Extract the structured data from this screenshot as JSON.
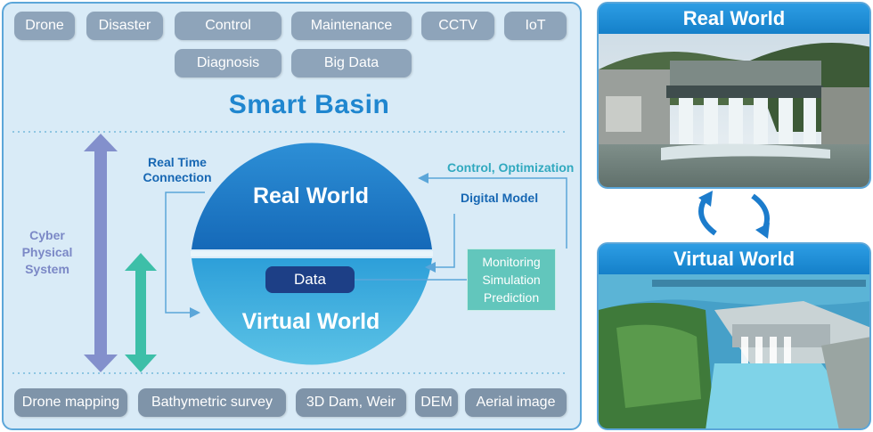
{
  "top_chips": [
    "Drone",
    "Disaster",
    "Control",
    "Maintenance",
    "CCTV",
    "IoT",
    "Diagnosis",
    "Big Data"
  ],
  "title": "Smart Basin",
  "left_labels": {
    "real_time_connection": [
      "Real Time",
      "Connection"
    ],
    "cyber_physical_system": [
      "Cyber",
      "Physical",
      "System"
    ]
  },
  "right_labels": {
    "control_optimization": "Control, Optimization",
    "digital_model": "Digital Model"
  },
  "circle": {
    "top_label": "Real World",
    "bottom_label": "Virtual World",
    "data_label": "Data"
  },
  "process_box": [
    "Monitoring",
    "Simulation",
    "Prediction"
  ],
  "bottom_chips": [
    "Drone mapping",
    "Bathymetric survey",
    "3D Dam, Weir",
    "DEM",
    "Aerial image"
  ],
  "photos": {
    "real_world_title": "Real World",
    "virtual_world_title": "Virtual World"
  },
  "colors": {
    "panel_bg": "#d9ebf7",
    "panel_border": "#5ba6d9",
    "chip": "#8ea4ba",
    "title_blue": "#1f86cf",
    "navy": "#1d3f86",
    "teal": "#62c6bc",
    "cps_purple": "#7b88c6"
  }
}
